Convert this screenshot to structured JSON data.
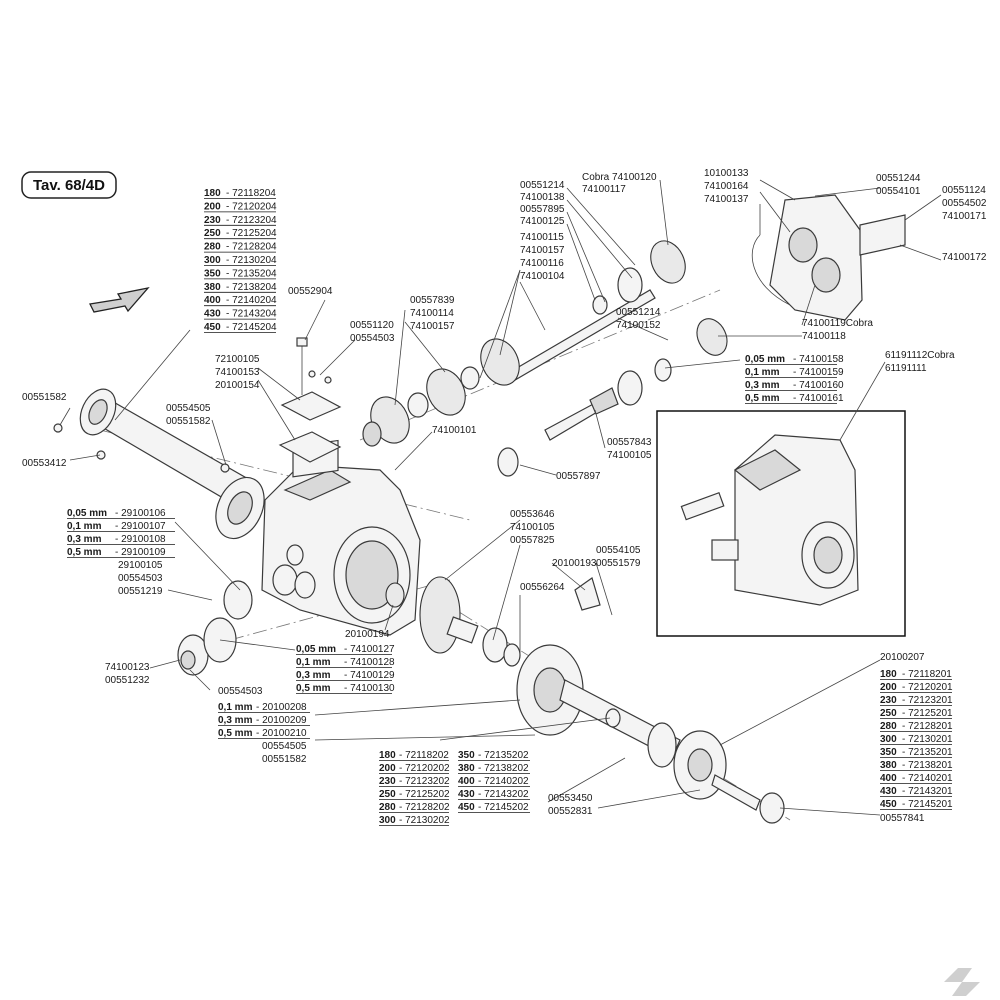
{
  "title": "Tav. 68/4D",
  "labels": {
    "p00551214": "00551214",
    "p74100138": "74100138",
    "p00557895": "00557895",
    "p74100125": "74100125",
    "p74100115": "74100115",
    "p74100157": "74100157",
    "p74100116": "74100116",
    "p74100104": "74100104",
    "cobra74100120": "Cobra 74100120",
    "p74100117": "74100117",
    "p10100133": "10100133",
    "p74100164": "74100164",
    "p74100137": "74100137",
    "p00551244": "00551244",
    "p00554101": "00554101",
    "p00551124": "00551124",
    "p00554502": "00554502",
    "p74100171": "74100171",
    "p74100172": "74100172",
    "p74100119cobra": "74100119Cobra",
    "p74100118": "74100118",
    "p00551214b": "00551214",
    "p74100152": "74100152",
    "p00552904": "00552904",
    "p00557839": "00557839",
    "p74100114": "74100114",
    "p74100157b": "74100157",
    "p00551120": "00551120",
    "p00554503": "00554503",
    "p72100105": "72100105",
    "p74100153": "74100153",
    "p20100154": "20100154",
    "p00551582": "00551582",
    "p00553412": "00553412",
    "p00554505": "00554505",
    "p00551582b": "00551582",
    "p74100101": "74100101",
    "p00557843": "00557843",
    "p74100105": "74100105",
    "p00557897": "00557897",
    "p61191112cobra": "61191112Cobra",
    "p61191111": "61191111",
    "p29100105": "29100105",
    "p00554503b": "00554503",
    "p00551219": "00551219",
    "p00553646": "00553646",
    "p74100105b": "74100105",
    "p00557825": "00557825",
    "p20100193": "20100193",
    "p00554105": "00554105",
    "p00551579": "00551579",
    "p00556264": "00556264",
    "p20100194": "20100194",
    "p74100123": "74100123",
    "p00551232": "00551232",
    "p00554503c": "00554503",
    "p00554505b": "00554505",
    "p00551582c": "00551582",
    "p20100207": "20100207",
    "p00553450": "00553450",
    "p00552831": "00552831",
    "p00557841": "00557841"
  },
  "tables": {
    "tube": [
      {
        "k": "180",
        "v": "72118204"
      },
      {
        "k": "200",
        "v": "72120204"
      },
      {
        "k": "230",
        "v": "72123204"
      },
      {
        "k": "250",
        "v": "72125204"
      },
      {
        "k": "280",
        "v": "72128204"
      },
      {
        "k": "300",
        "v": "72130204"
      },
      {
        "k": "350",
        "v": "72135204"
      },
      {
        "k": "380",
        "v": "72138204"
      },
      {
        "k": "400",
        "v": "72140204"
      },
      {
        "k": "430",
        "v": "72143204"
      },
      {
        "k": "450",
        "v": "72145204"
      }
    ],
    "shim_top": [
      {
        "k": "0,05 mm",
        "v": "74100158"
      },
      {
        "k": "0,1 mm",
        "v": "74100159"
      },
      {
        "k": "0,3 mm",
        "v": "74100160"
      },
      {
        "k": "0,5 mm",
        "v": "74100161"
      }
    ],
    "shim_left": [
      {
        "k": "0,05 mm",
        "v": "29100106"
      },
      {
        "k": "0,1 mm",
        "v": "29100107"
      },
      {
        "k": "0,3 mm",
        "v": "29100108"
      },
      {
        "k": "0,5 mm",
        "v": "29100109"
      }
    ],
    "shim_mid": [
      {
        "k": "0,05 mm",
        "v": "74100127"
      },
      {
        "k": "0,1 mm",
        "v": "74100128"
      },
      {
        "k": "0,3 mm",
        "v": "74100129"
      },
      {
        "k": "0,5 mm",
        "v": "74100130"
      }
    ],
    "shim_low": [
      {
        "k": "0,1 mm",
        "v": "20100208"
      },
      {
        "k": "0,3 mm",
        "v": "20100209"
      },
      {
        "k": "0,5 mm",
        "v": "20100210"
      }
    ],
    "shaft_a": [
      {
        "k": "180",
        "v": "72118202"
      },
      {
        "k": "200",
        "v": "72120202"
      },
      {
        "k": "230",
        "v": "72123202"
      },
      {
        "k": "250",
        "v": "72125202"
      },
      {
        "k": "280",
        "v": "72128202"
      },
      {
        "k": "300",
        "v": "72130202"
      }
    ],
    "shaft_b": [
      {
        "k": "350",
        "v": "72135202"
      },
      {
        "k": "380",
        "v": "72138202"
      },
      {
        "k": "400",
        "v": "72140202"
      },
      {
        "k": "430",
        "v": "72143202"
      },
      {
        "k": "450",
        "v": "72145202"
      }
    ],
    "shaft_right": [
      {
        "k": "180",
        "v": "72118201"
      },
      {
        "k": "200",
        "v": "72120201"
      },
      {
        "k": "230",
        "v": "72123201"
      },
      {
        "k": "250",
        "v": "72125201"
      },
      {
        "k": "280",
        "v": "72128201"
      },
      {
        "k": "300",
        "v": "72130201"
      },
      {
        "k": "350",
        "v": "72135201"
      },
      {
        "k": "380",
        "v": "72138201"
      },
      {
        "k": "400",
        "v": "72140201"
      },
      {
        "k": "430",
        "v": "72143201"
      },
      {
        "k": "450",
        "v": "72145201"
      }
    ]
  }
}
